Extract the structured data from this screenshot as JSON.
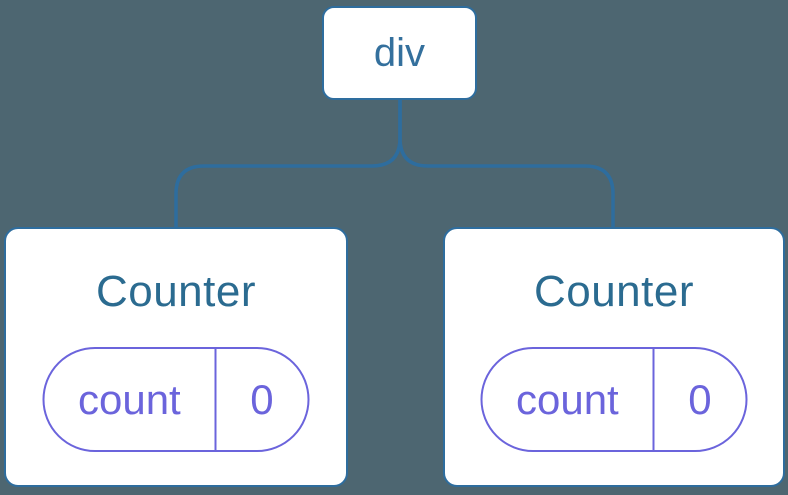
{
  "colors": {
    "background": "#4d6671",
    "line": "#2e6d9e",
    "card_bg": "#ffffff",
    "root_label": "#34709d",
    "title": "#2b6b90",
    "pill": "#6b64dc"
  },
  "diagram": {
    "type": "component-tree",
    "root": {
      "label": "div"
    },
    "children": [
      {
        "title": "Counter",
        "state_key": "count",
        "state_value": "0"
      },
      {
        "title": "Counter",
        "state_key": "count",
        "state_value": "0"
      }
    ]
  }
}
